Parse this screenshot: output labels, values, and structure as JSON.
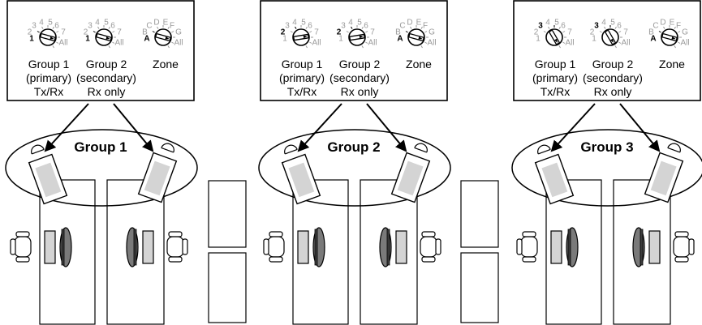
{
  "switch_labels": {
    "group1": [
      "Group 1",
      "(primary)",
      "Tx/Rx"
    ],
    "group2": [
      "Group 2",
      "(secondary)",
      "Rx only"
    ],
    "zone": [
      "Zone"
    ]
  },
  "dial_numbers": [
    "1",
    "2",
    "3",
    "4",
    "5",
    "6",
    "7",
    "All"
  ],
  "dial_letters": [
    "A",
    "B",
    "C",
    "D",
    "E",
    "F",
    "G",
    "All"
  ],
  "panels": [
    {
      "group_title": "Group 1",
      "group1_setting": "1",
      "group2_setting": "1",
      "zone_setting": "A"
    },
    {
      "group_title": "Group 2",
      "group1_setting": "2",
      "group2_setting": "2",
      "zone_setting": "A"
    },
    {
      "group_title": "Group 3",
      "group1_setting": "3",
      "group2_setting": "3",
      "zone_setting": "A"
    }
  ],
  "colors": {
    "line": "#000000",
    "dim_label": "#9a9a9a",
    "screen_fill": "#d4d4d4",
    "monitor_fill": "#7a7a7a",
    "background": "#ffffff"
  }
}
